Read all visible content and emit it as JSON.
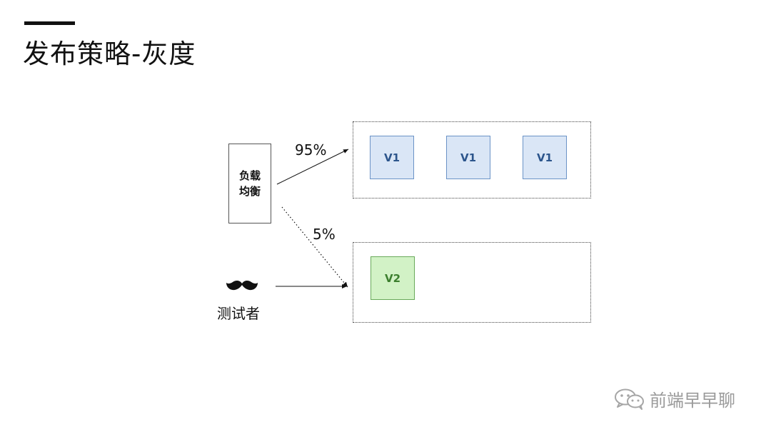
{
  "slide": {
    "title": "发布策略-灰度"
  },
  "diagram": {
    "load_balancer": {
      "label": "负载均衡"
    },
    "traffic": {
      "primary_percent": "95%",
      "canary_percent": "5%"
    },
    "v1_nodes": [
      "V1",
      "V1",
      "V1"
    ],
    "v2_nodes": [
      "V2"
    ],
    "tester": {
      "label": "测试者",
      "icon": "mustache-icon"
    },
    "colors": {
      "v1_fill": "#dae6f6",
      "v1_border": "#6b93c7",
      "v1_text": "#2c558c",
      "v2_fill": "#d2f2c6",
      "v2_border": "#69a95a",
      "v2_text": "#3c7f2e"
    }
  },
  "watermark": {
    "icon": "wechat-icon",
    "text": "前端早早聊"
  }
}
